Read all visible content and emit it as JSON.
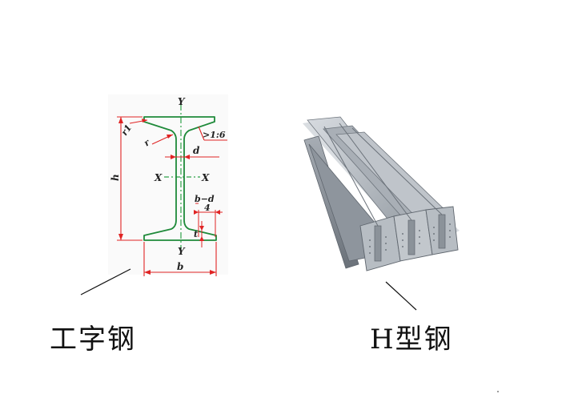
{
  "labels": {
    "i_beam": "工字钢",
    "h_beam": "H型钢"
  },
  "drawing_labels": {
    "axis_y_top": "Y",
    "axis_y_bottom": "Y",
    "axis_x_left": "X",
    "axis_x_right": "X",
    "r1": "r1",
    "r": "r",
    "slope": ">1:6",
    "d": "d",
    "h": "h",
    "b_minus_d": "b−d",
    "four": "4",
    "t": "t",
    "b": "b"
  },
  "colors": {
    "dimension_red": "#e02424",
    "profile_green": "#1f8a3a",
    "axis_green": "#2fa24a",
    "steel_light": "#b9bfc6",
    "steel_mid": "#8f969e",
    "steel_dark": "#5f666e"
  }
}
